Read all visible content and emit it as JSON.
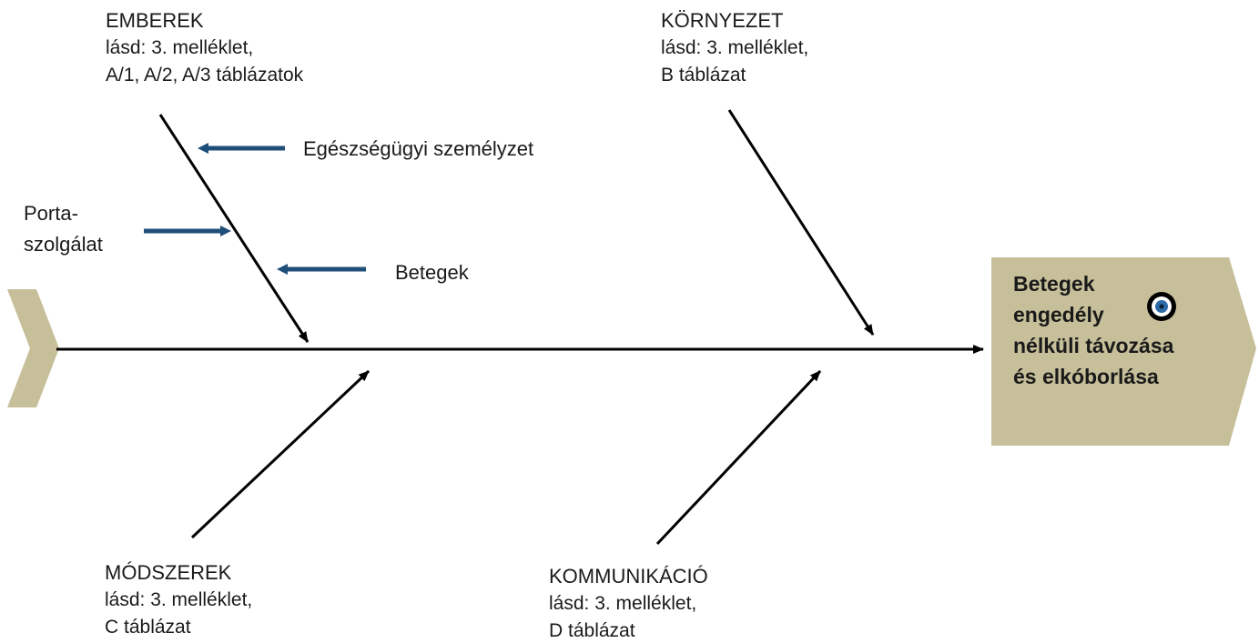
{
  "colors": {
    "line": "#000000",
    "box": "#c6bf99",
    "small_arrow": "#1f4e79",
    "target_outer": "#000000",
    "target_inner": "#2e6aa8"
  },
  "effect": {
    "lines": [
      "Betegek",
      "engedély",
      "nélküli távozása",
      "és elkóborlása"
    ],
    "icon": "target-icon"
  },
  "categories": {
    "people": {
      "title": "EMBEREK",
      "lines": [
        "lásd: 3. melléklet,",
        "A/1, A/2, A/3 táblázatok"
      ],
      "sub_causes": [
        "Egészségügyi személyzet",
        "Porta-",
        "szolgálat",
        "Betegek"
      ]
    },
    "environment": {
      "title": "KÖRNYEZET",
      "lines": [
        "lásd: 3. melléklet,",
        "B táblázat"
      ]
    },
    "methods": {
      "title": "MÓDSZEREK",
      "lines": [
        "lásd: 3. melléklet,",
        "C táblázat"
      ]
    },
    "communication": {
      "title": "KOMMUNIKÁCIÓ",
      "lines": [
        "lásd: 3. melléklet,",
        "D táblázat"
      ]
    }
  }
}
